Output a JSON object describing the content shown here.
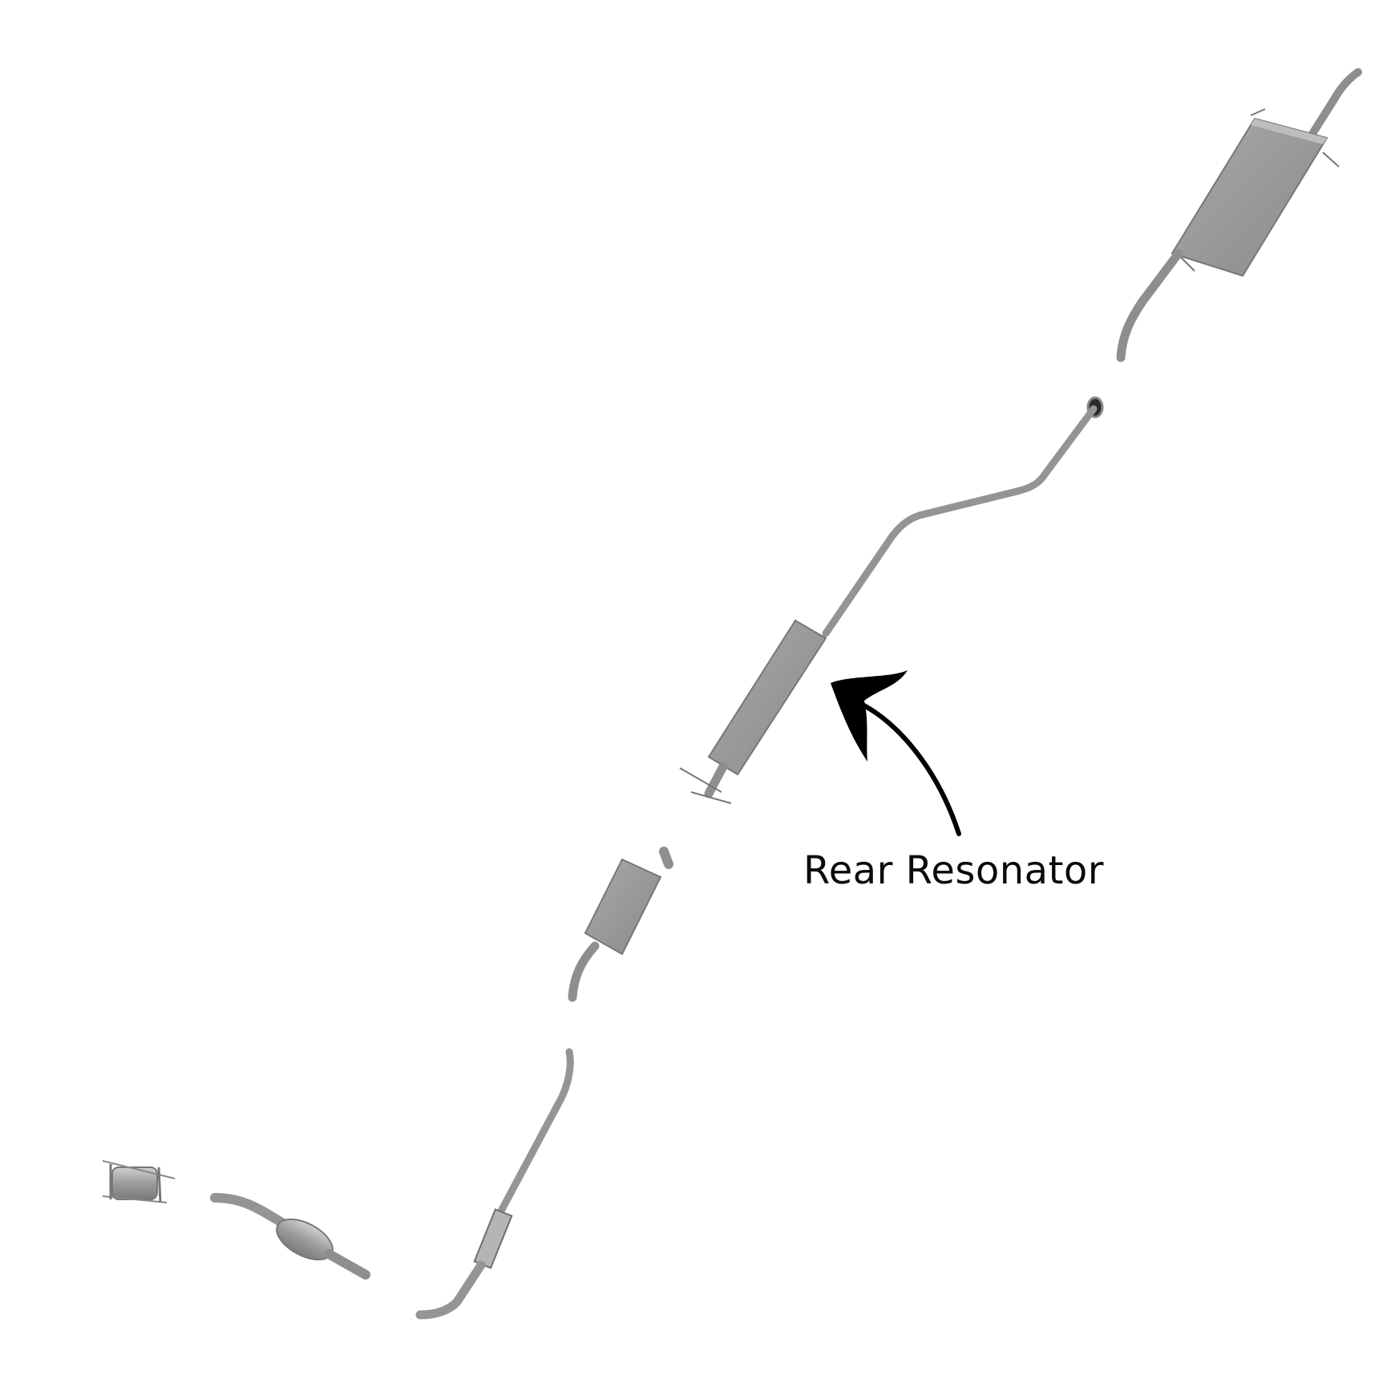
{
  "callout": {
    "label": "Rear Resonator"
  },
  "colors": {
    "background": "#ffffff",
    "part_fill": "#9a9a9a",
    "part_dark": "#6f6f6f",
    "part_light": "#c4c4c4",
    "arrow": "#000000",
    "label_text": "#0a0a0a"
  },
  "parts": [
    "front-catalytic-converter",
    "rear-catalytic-converter-pipe",
    "flex-pipe-assembly",
    "front-resonator",
    "rear-resonator",
    "intermediate-pipe",
    "muffler-assembly"
  ]
}
